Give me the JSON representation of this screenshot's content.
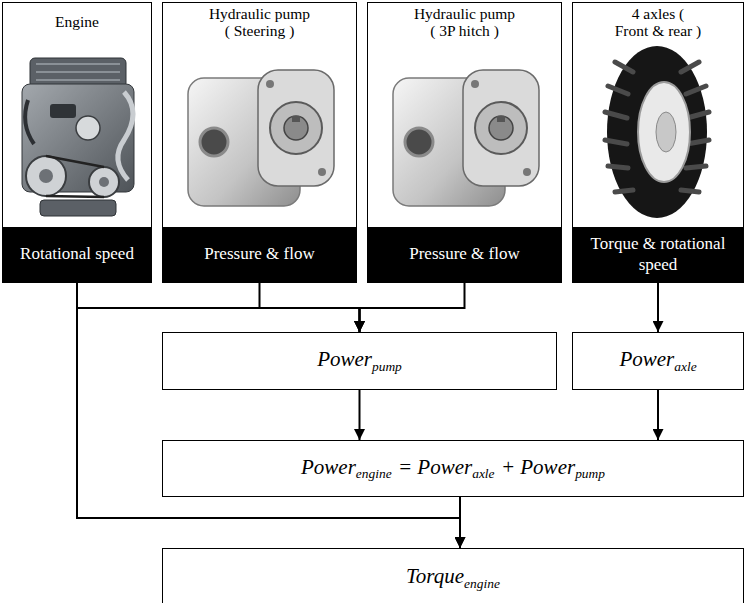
{
  "diagram": {
    "nodes": [
      {
        "text": [
          "Engine"
        ]
      },
      {
        "text": [
          "Rotational speed"
        ],
        "in": 0
      },
      {
        "text": [
          "Hydraulic pump ( Steering )"
        ]
      },
      {
        "text": [
          "Pressure & flow"
        ],
        "in": 2
      },
      {
        "text": [
          "Hydraulic pump ( 3P hitch )"
        ]
      },
      {
        "text": [
          "Pressure & flow"
        ],
        "in": 4
      },
      {
        "text": [
          "4 axles ( Front & rear )"
        ]
      },
      {
        "text": [
          "Torque & rotational speed"
        ],
        "in": 6
      },
      {
        "text": [
          "Power",
          "pump"
        ]
      },
      {
        "text": [
          "Power",
          "axle"
        ]
      },
      {
        "text": [
          "Power",
          "engine",
          "= Power",
          "axle",
          "+ Power",
          "pump"
        ]
      },
      {
        "text": [
          "Torque",
          "engine"
        ]
      }
    ],
    "edges": [
      {
        "from": 1,
        "to": 8,
        "arrow": "to"
      },
      {
        "from": 3,
        "to": 8,
        "arrow": "to"
      },
      {
        "from": 5,
        "to": 8,
        "arrow": "to"
      },
      {
        "from": 7,
        "to": 9,
        "arrow": "to"
      },
      {
        "from": 8,
        "to": 10,
        "arrow": "to"
      },
      {
        "from": 9,
        "to": 10,
        "arrow": "to"
      },
      {
        "from": 1,
        "to": 11,
        "arrow": "to"
      },
      {
        "from": 10,
        "to": 11,
        "arrow": "to"
      }
    ]
  }
}
